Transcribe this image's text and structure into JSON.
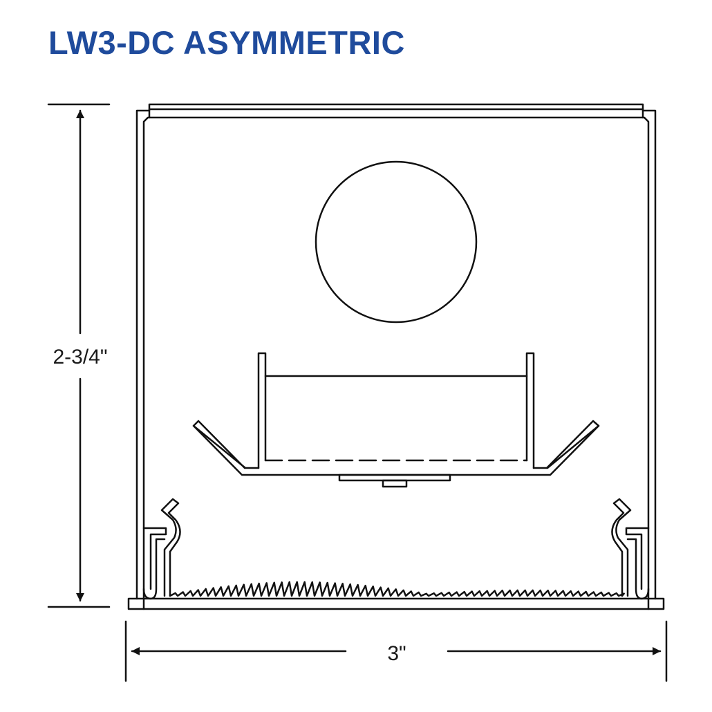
{
  "title": "LW3-DC ASYMMETRIC",
  "dimensions": {
    "height_label": "2-3/4\"",
    "width_label": "3\""
  },
  "colors": {
    "title": "#1f4b9c",
    "line": "#111111",
    "background": "#ffffff"
  }
}
